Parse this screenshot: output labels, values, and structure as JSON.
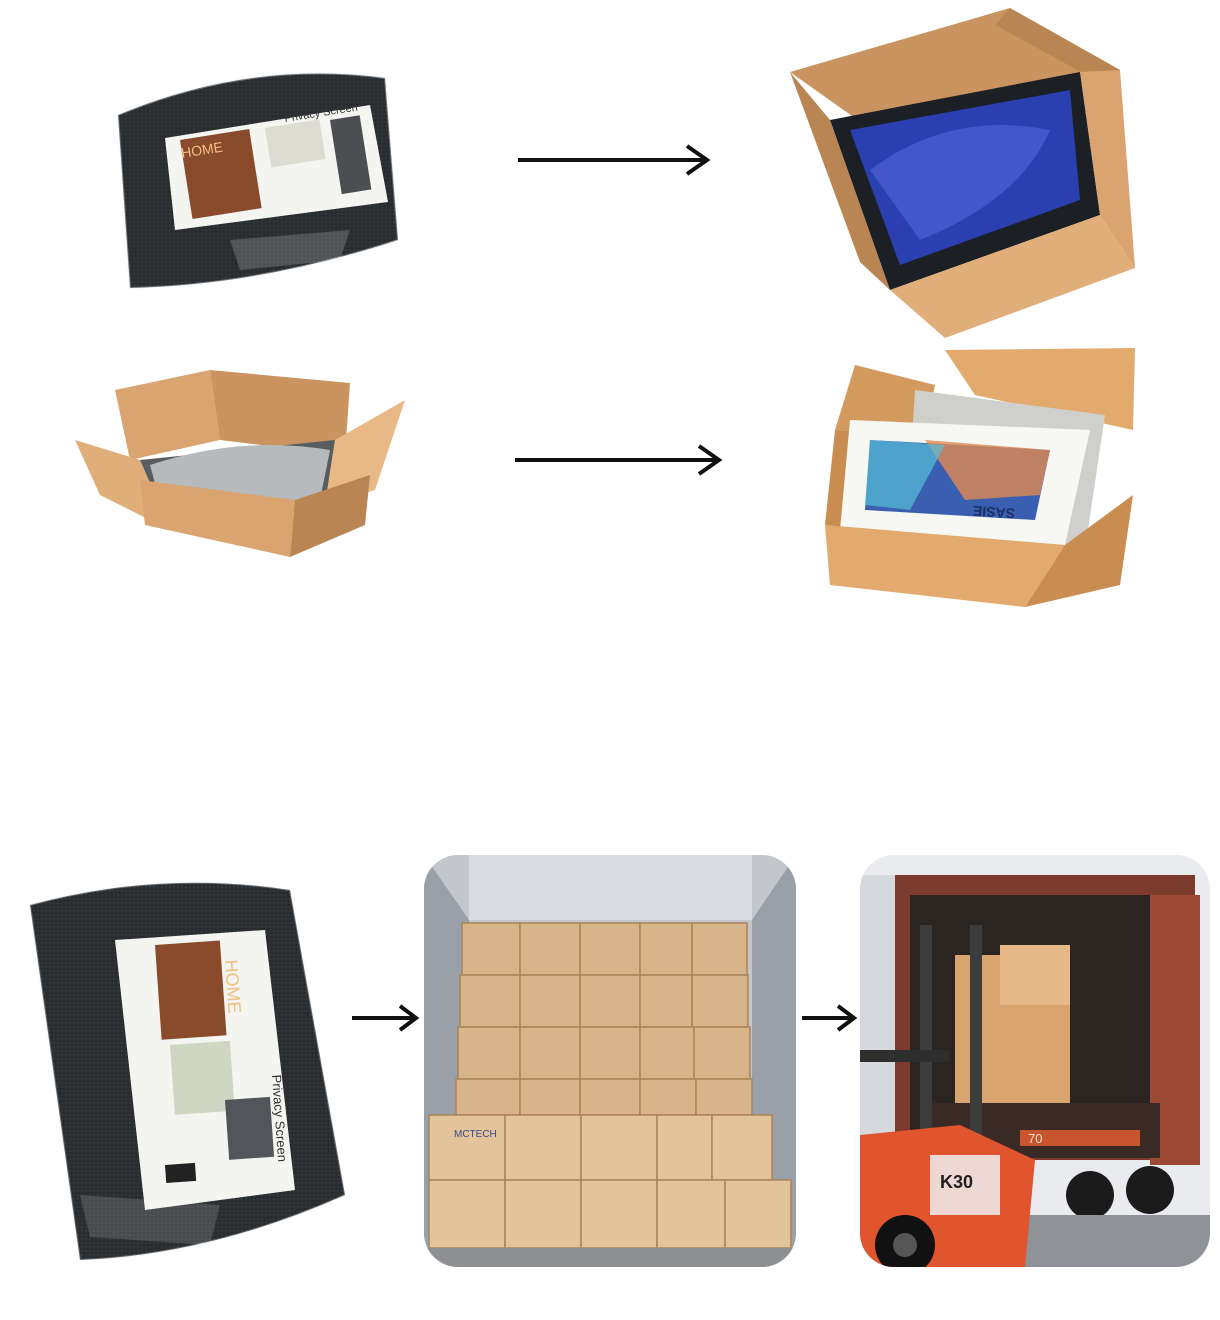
{
  "top_row_1": {
    "source_package": {
      "label_title": "Privacy Screen",
      "brand_text": "HOME"
    },
    "packed_box": {}
  },
  "top_row_2": {
    "open_box": {},
    "labeled_box": {
      "label_text": "SASIE"
    }
  },
  "bottom_row": {
    "product_package": {
      "label_title": "Privacy Screen",
      "brand_text": "HOME"
    },
    "container_boxes": {
      "brand_text": "MCTECH"
    },
    "forklift_loading": {
      "forklift_model_text": "K30",
      "container_number_text": "70"
    }
  },
  "colors": {
    "background": "#ffffff",
    "cardboard": "#d9a46f",
    "cardboard_shade": "#b98552",
    "net_black": "#2a2d2f",
    "arrow": "#111111",
    "forklift": "#e0552e",
    "bag_blue": "#2a3fb0"
  },
  "icons": [
    "arrow-right-icon"
  ]
}
